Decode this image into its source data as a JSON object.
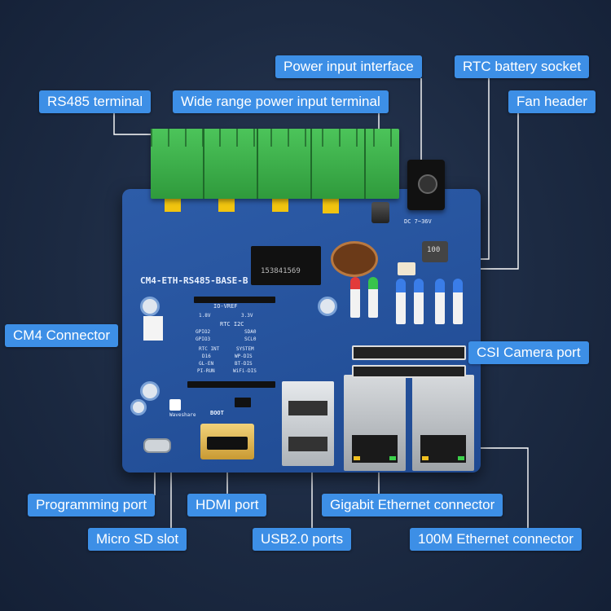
{
  "labels": {
    "power_input": "Power input interface",
    "rtc_battery": "RTC battery socket",
    "rs485_terminal": "RS485 terminal",
    "wide_range_power": "Wide range power input terminal",
    "fan_header": "Fan header",
    "cm4_connector": "CM4 Connector",
    "csi_camera": "CSI Camera port",
    "programming_port": "Programming port",
    "hdmi_port": "HDMI port",
    "gigabit_ethernet": "Gigabit Ethernet connector",
    "micro_sd": "Micro SD slot",
    "usb2_ports": "USB2.0 ports",
    "ethernet_100m": "100M Ethernet connector"
  },
  "board": {
    "name": "CM4-ETH-RS485-BASE-B",
    "brand": "Waveshare",
    "dc_label": "DC 7~36V",
    "boot_label": "BOOT",
    "inductor_marking": "100",
    "chip_marking": "153841569",
    "io_vref": "IO-VREF",
    "rtc_i2c": "RTC I2C",
    "sda": "SDA0",
    "scl": "SCL0",
    "gpio2": "GPIO2",
    "gpio3": "GPIO3",
    "v18": "1.8V",
    "v33": "3.3V",
    "rtc_int": "RTC INT",
    "system": "SYSTEM",
    "d16": "D16",
    "gl_en": "GL-EN",
    "pi_run": "PI-RUN",
    "wp_dis": "WP-DIS",
    "bt_dis": "BT-DIS",
    "wifi_dis": "WiFi-DIS"
  },
  "colors": {
    "label_bg": "#3d8fe6",
    "board": "#2359a8",
    "terminal": "#3fb04a",
    "background": "#1c2a42"
  }
}
